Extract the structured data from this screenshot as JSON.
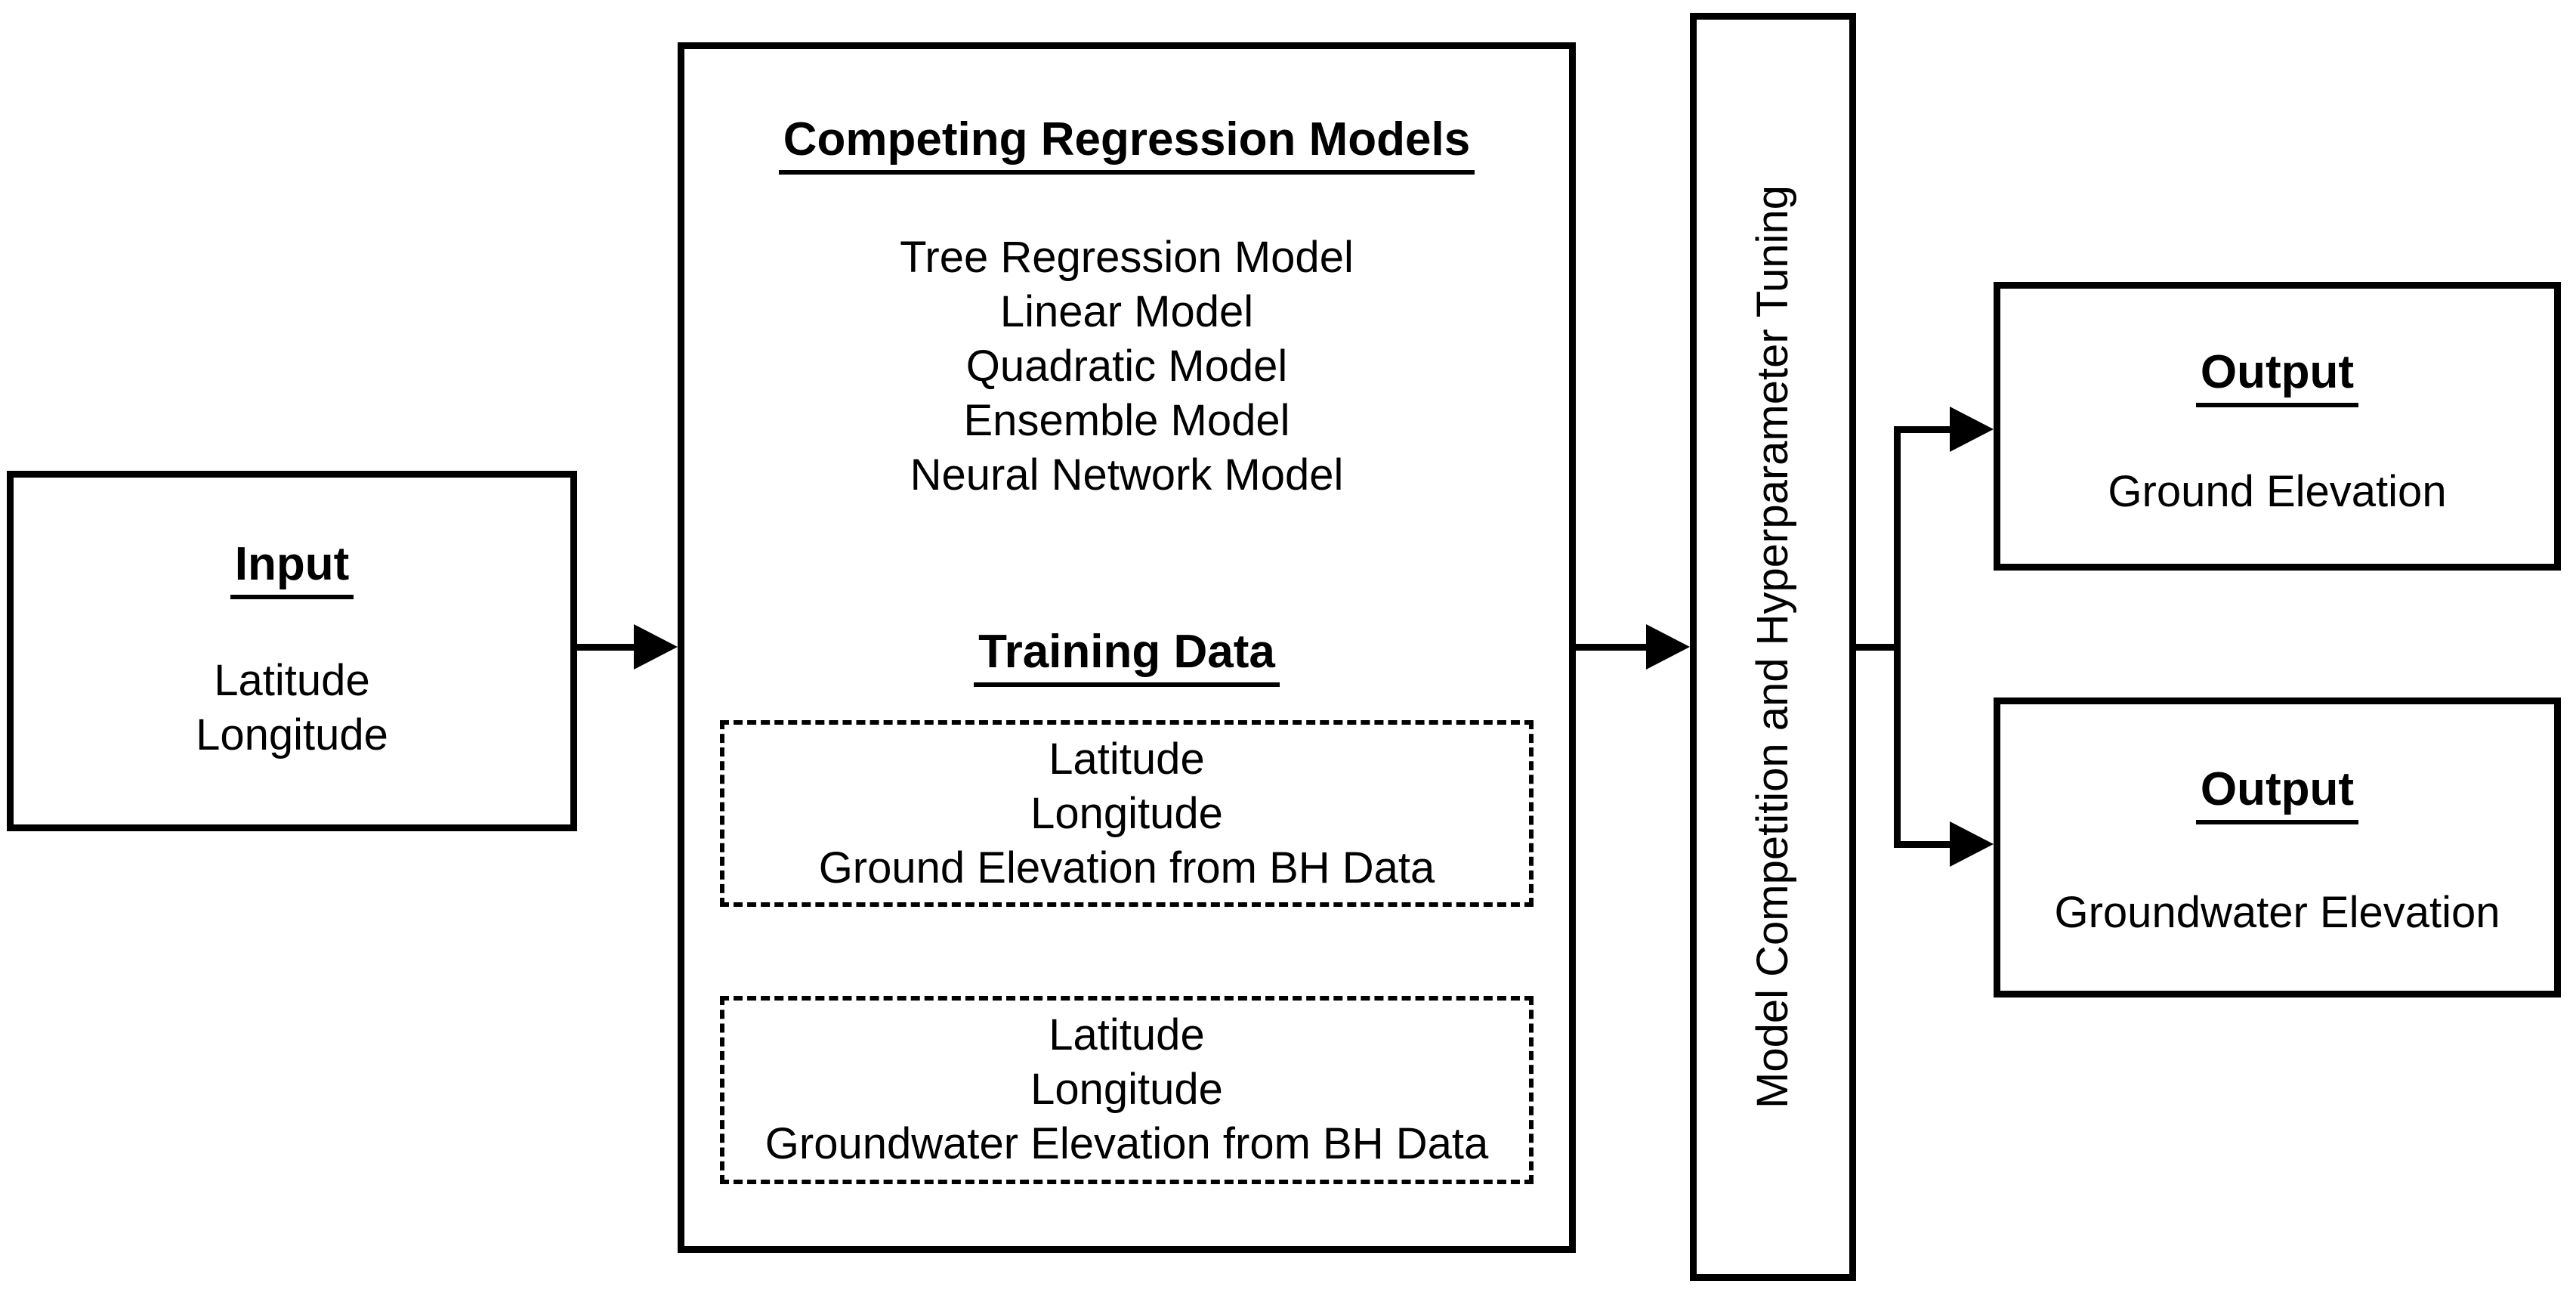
{
  "colors": {
    "ink": "#000000",
    "background": "#ffffff"
  },
  "input_box": {
    "title": "Input",
    "items": [
      "Latitude",
      "Longitude"
    ]
  },
  "models_box": {
    "title": "Competing Regression Models",
    "models": [
      "Tree Regression Model",
      "Linear Model",
      "Quadratic Model",
      "Ensemble Model",
      "Neural Network Model"
    ],
    "training": {
      "title": "Training Data",
      "dataset_ground": [
        "Latitude",
        "Longitude",
        "Ground Elevation from BH Data"
      ],
      "dataset_groundwater": [
        "Latitude",
        "Longitude",
        "Groundwater Elevation from BH Data"
      ]
    }
  },
  "tuning_box": {
    "label": "Model Competition and Hyperparameter Tuning"
  },
  "outputs": [
    {
      "title": "Output",
      "value": "Ground Elevation"
    },
    {
      "title": "Output",
      "value": "Groundwater Elevation"
    }
  ]
}
